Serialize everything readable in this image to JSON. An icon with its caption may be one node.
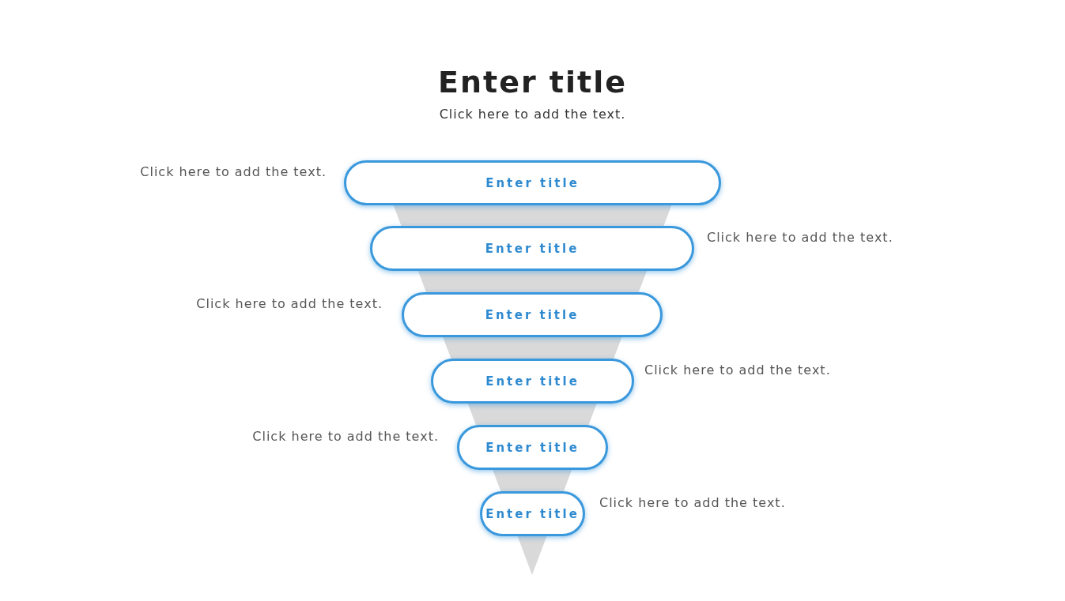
{
  "diagram": {
    "title": "Enter title",
    "nodes": [
      {
        "text": [
          "Enter title"
        ],
        "beside": [
          "Click here to add the text."
        ]
      },
      {
        "text": [
          "Enter title"
        ],
        "beside": [
          "Click here to add the text."
        ]
      },
      {
        "text": [
          "Enter title"
        ],
        "beside": [
          "Click here to add the text."
        ]
      },
      {
        "text": [
          "Enter title"
        ],
        "beside": [
          "Click here to add the text."
        ]
      },
      {
        "text": [
          "Enter title"
        ],
        "beside": [
          "Click here to add the text."
        ]
      },
      {
        "text": [
          "Enter title"
        ],
        "beside": [
          "Click here to add the text."
        ]
      }
    ],
    "labels": [
      "Click here to add the text."
    ]
  }
}
